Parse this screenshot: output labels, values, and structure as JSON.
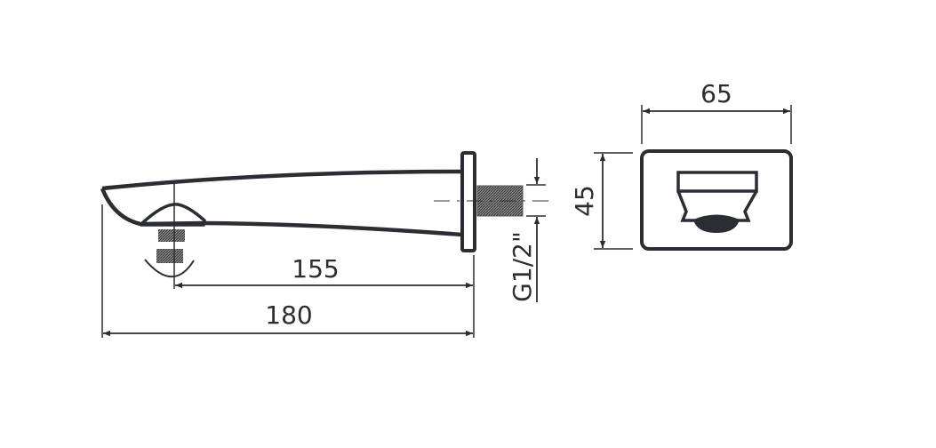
{
  "colors": {
    "line": "#2b2d33",
    "thread": "#6a6a6a"
  },
  "dimensions": {
    "outlet_distance": "155",
    "total_projection": "180",
    "connection_thread": "G1/2\"",
    "front_width": "65",
    "front_height": "45"
  }
}
